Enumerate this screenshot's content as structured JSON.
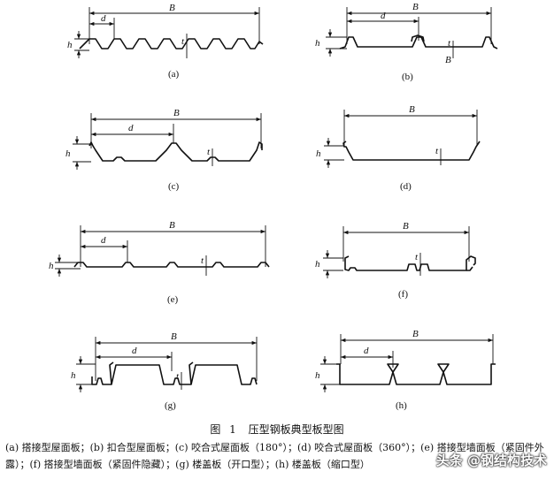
{
  "labels": {
    "B": "B",
    "d": "d",
    "h": "h",
    "t": "t"
  },
  "panels": [
    {
      "id": "a",
      "caption": "(a)"
    },
    {
      "id": "b",
      "caption": "(b)"
    },
    {
      "id": "c",
      "caption": "(c)"
    },
    {
      "id": "d",
      "caption": "(d)"
    },
    {
      "id": "e",
      "caption": "(e)"
    },
    {
      "id": "f",
      "caption": "(f)"
    },
    {
      "id": "g",
      "caption": "(g)"
    },
    {
      "id": "h",
      "caption": "(h)"
    }
  ],
  "caption": {
    "figure_label": "图",
    "figure_number": "1",
    "title": "压型钢板典型板型图",
    "body": "(a) 搭接型屋面板；(b) 扣合型屋面板；(c) 咬合式屋面板（180°）；(d) 咬合式屋面板（360°）；(e) 搭接型墙面板（紧固件外露）；(f) 搭接型墙面板（紧固件隐藏）；(g) 楼盖板（开口型）；(h) 楼盖板（缩口型）"
  },
  "watermark": "头条 @钢结构技术"
}
